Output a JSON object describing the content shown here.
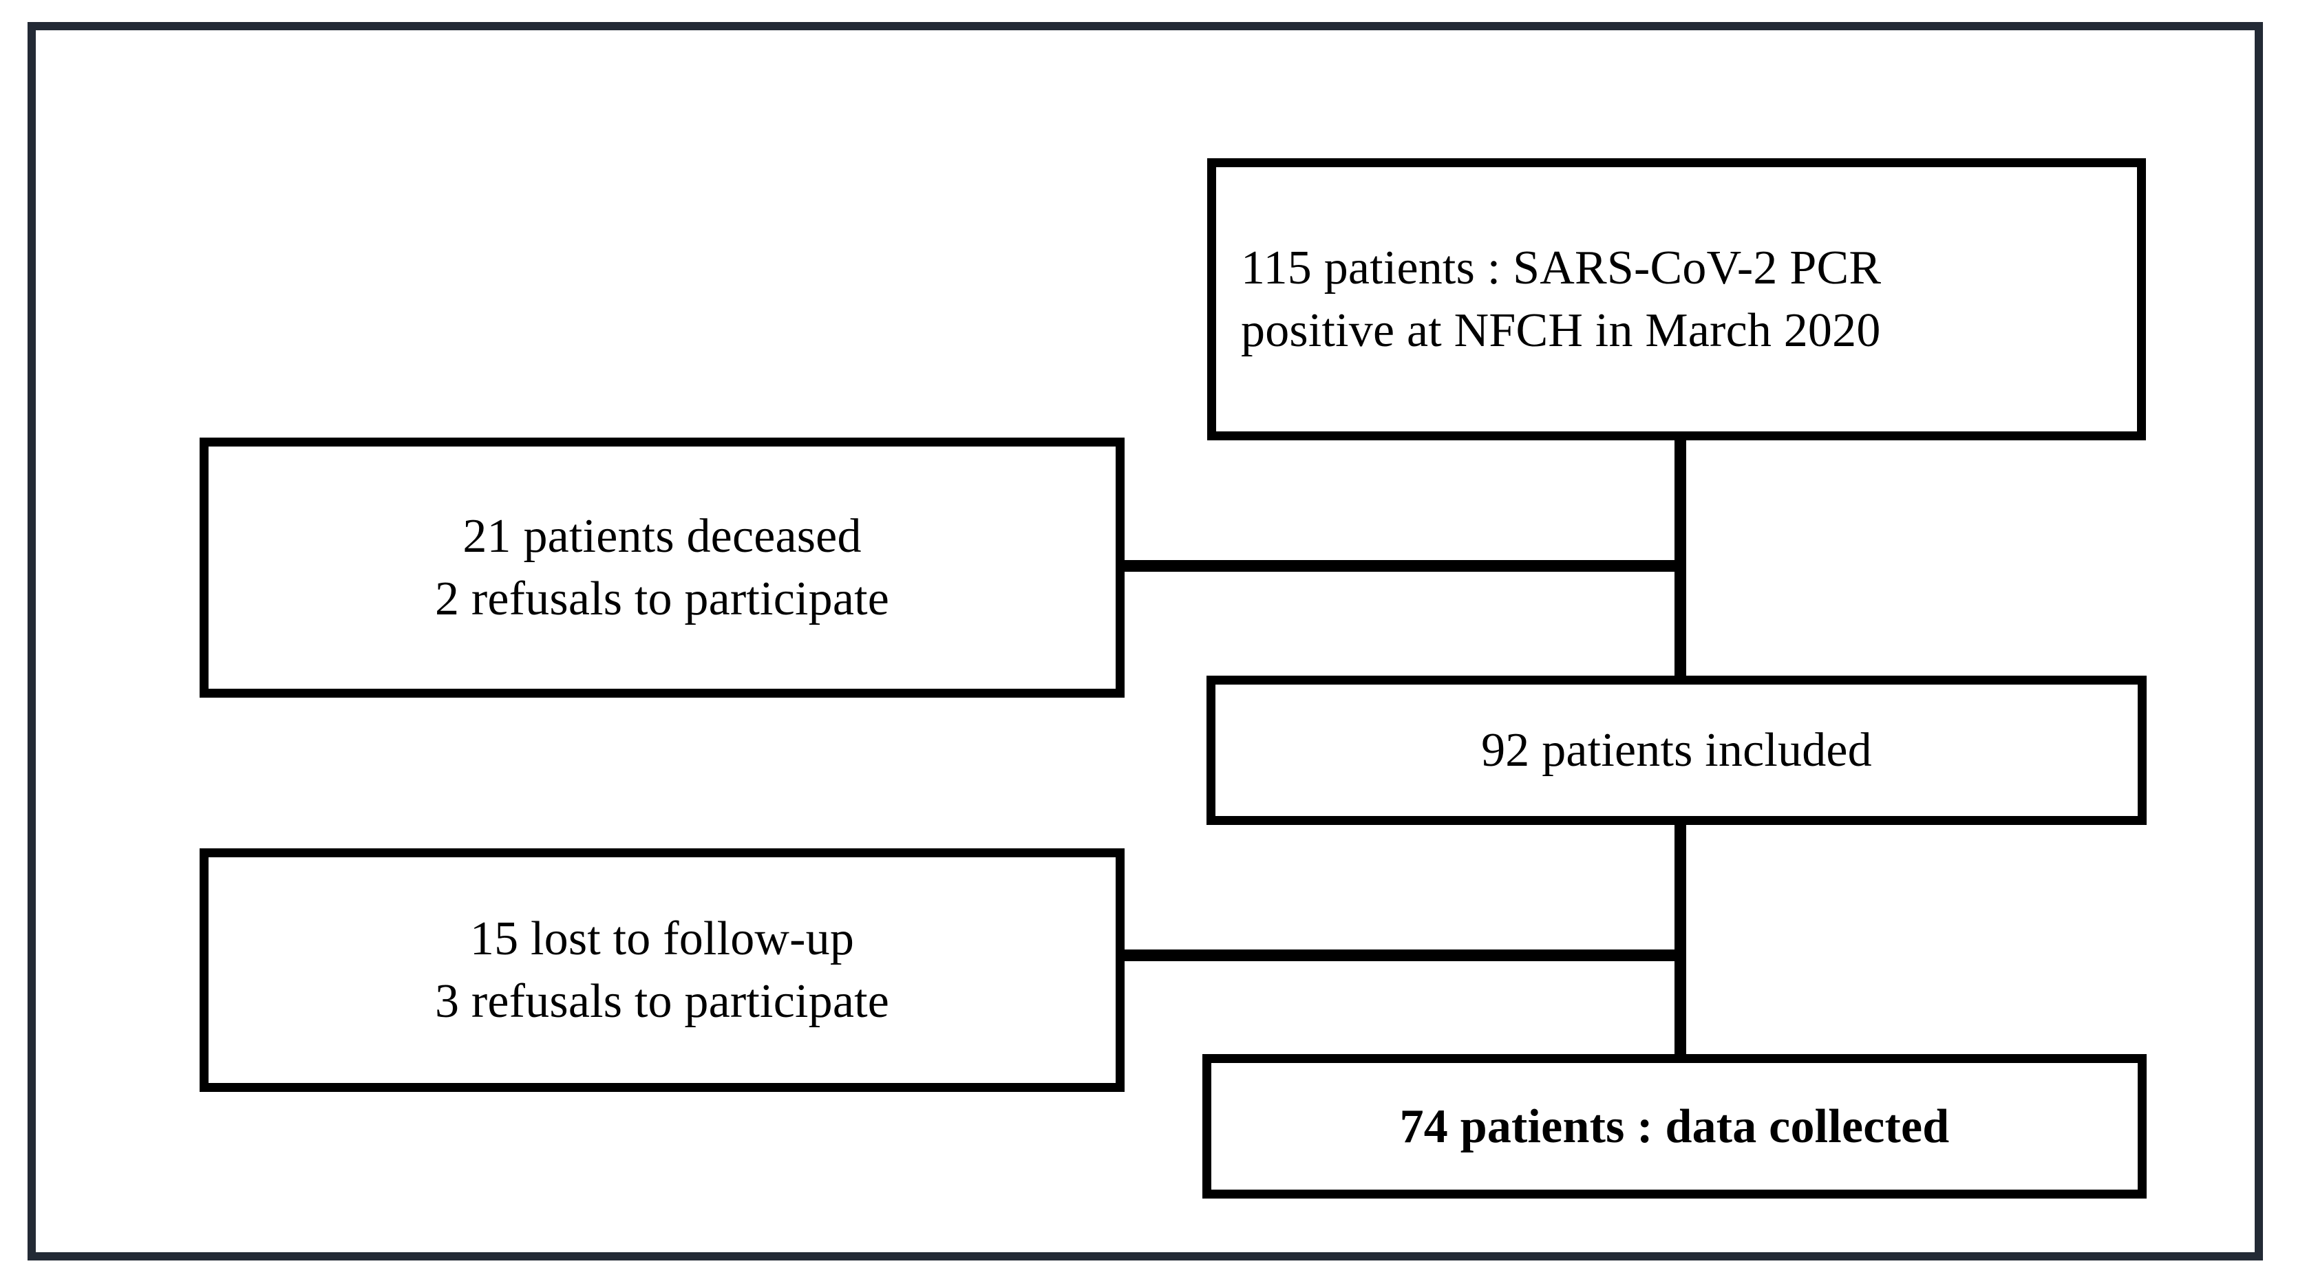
{
  "figure": {
    "type": "study-flow-diagram",
    "frame_color": "#232a35",
    "box_border_color": "#000000",
    "background_color": "#ffffff",
    "text_color": "#000000"
  },
  "boxes": {
    "source": {
      "name": "source-population-box",
      "lines": [
        "115 patients : SARS-CoV-2 PCR",
        "positive at NFCH in March 2020"
      ],
      "count": 115
    },
    "exclusion_1": {
      "name": "exclusion-box-1",
      "lines": [
        "21 patients deceased",
        "2 refusals to participate"
      ],
      "deceased": 21,
      "refusals": 2
    },
    "included": {
      "name": "included-box",
      "lines": [
        "92 patients included"
      ],
      "count": 92
    },
    "exclusion_2": {
      "name": "exclusion-box-2",
      "lines": [
        "15 lost to follow-up",
        "3 refusals to participate"
      ],
      "lost_to_followup": 15,
      "refusals": 3
    },
    "final": {
      "name": "final-cohort-box",
      "lines": [
        "74 patients : data collected"
      ],
      "count": 74,
      "emphasis": "bold"
    }
  },
  "connectors": [
    {
      "name": "source-to-included",
      "from": "source",
      "to": "included",
      "orientation": "vertical"
    },
    {
      "name": "exclusion-1-to-spine",
      "from": "exclusion_1",
      "to": "source-included-spine",
      "orientation": "horizontal"
    },
    {
      "name": "included-to-final",
      "from": "included",
      "to": "final",
      "orientation": "vertical"
    },
    {
      "name": "exclusion-2-to-spine",
      "from": "exclusion_2",
      "to": "included-final-spine",
      "orientation": "horizontal"
    }
  ]
}
